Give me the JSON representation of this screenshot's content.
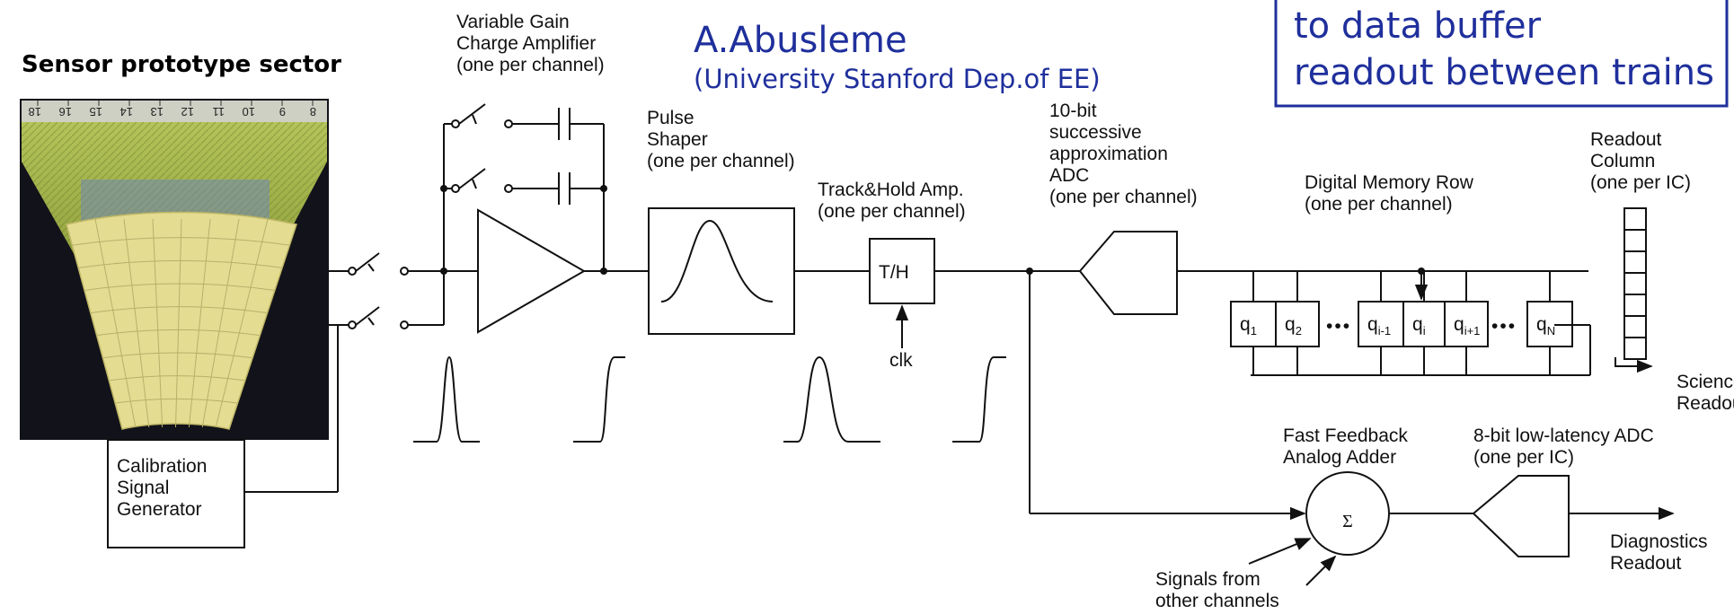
{
  "author": {
    "name": "A.Abusleme",
    "affiliation": "(University Stanford Dep.of  EE)"
  },
  "note_box": {
    "line1": "to data buffer",
    "line2": "readout between trains"
  },
  "sensor": {
    "title": "Sensor prototype sector",
    "ruler_ticks": [
      "18",
      "16",
      "15",
      "14",
      "13",
      "12",
      "11",
      "10",
      "9",
      "8"
    ]
  },
  "blocks": {
    "charge_amp": [
      "Variable Gain",
      "Charge Amplifier",
      "(one per channel)"
    ],
    "pulse_shaper": [
      "Pulse",
      "Shaper",
      "(one per channel)"
    ],
    "track_hold": [
      "Track&Hold Amp.",
      "(one per channel)"
    ],
    "track_hold_box": "T/H",
    "clk": "clk",
    "adc10": [
      "10-bit",
      "successive",
      "approximation",
      "ADC",
      "(one per channel)"
    ],
    "memory_row": [
      "Digital Memory Row",
      "(one per channel)"
    ],
    "memory_cells": [
      {
        "base": "q",
        "sub": "1"
      },
      {
        "base": "q",
        "sub": "2"
      },
      {
        "base": "q",
        "sub": "i-1"
      },
      {
        "base": "q",
        "sub": "i"
      },
      {
        "base": "q",
        "sub": "i+1"
      },
      {
        "base": "q",
        "sub": "N"
      }
    ],
    "dots": "•••",
    "readout_column": [
      "Readout",
      "Column",
      "(one per IC)"
    ],
    "science_readout": [
      "Science",
      "Readout"
    ],
    "calibration": [
      "Calibration",
      "Signal",
      "Generator"
    ],
    "fast_feedback": [
      "Fast Feedback",
      "Analog Adder"
    ],
    "sigma": "Σ",
    "adc8": [
      "8-bit low-latency ADC",
      "(one per IC)"
    ],
    "diagnostics": [
      "Diagnostics",
      "Readout"
    ],
    "other_channels": [
      "Signals from",
      "other channels"
    ]
  }
}
